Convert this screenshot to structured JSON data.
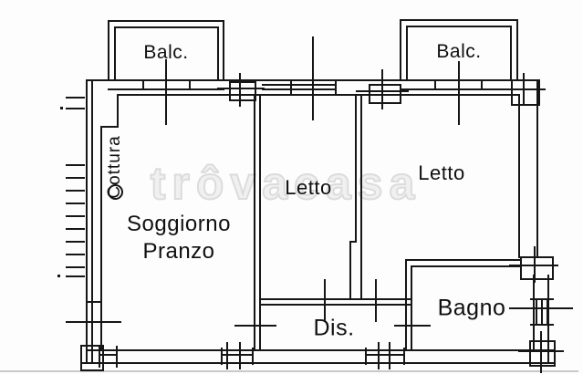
{
  "watermark": {
    "text": "trôvacasa"
  },
  "balconies": [
    {
      "label": "Balc."
    },
    {
      "label": "Balc."
    }
  ],
  "rooms": {
    "soggiorno": {
      "line1": "Soggiorno",
      "line2": "Pranzo"
    },
    "cottura": {
      "label": "Cottura"
    },
    "letto1": {
      "label": "Letto"
    },
    "letto2": {
      "label": "Letto"
    },
    "dis": {
      "label": "Dis."
    },
    "bagno": {
      "label": "Bagno"
    }
  },
  "colors": {
    "line": "#161616",
    "watermark_stroke": "#dcdcdc",
    "background": "#fdfdfd",
    "footer_line": "#c9c9c9"
  }
}
